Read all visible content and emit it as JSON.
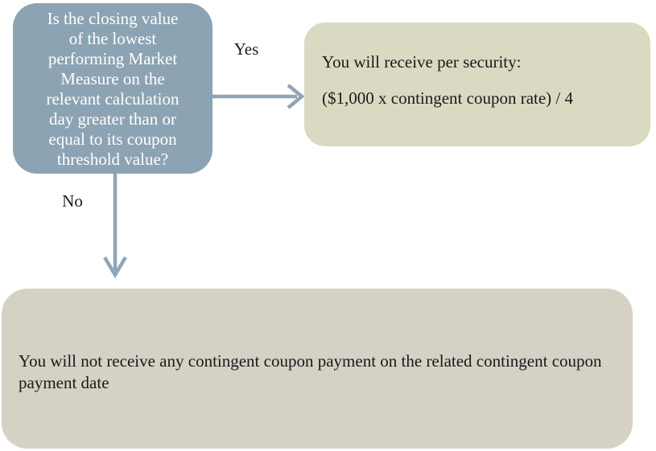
{
  "diagram": {
    "title": "contingent coupon payment decision flowchart",
    "question_box": {
      "text": "Is the closing value\nof the lowest\nperforming Market\nMeasure on the\nrelevant calculation\nday greater than or\nequal to its coupon\nthreshold value?",
      "bg_color": "#8CA3B3",
      "text_color": "#FFFFFF"
    },
    "yes_branch": {
      "label": "Yes",
      "result_box": {
        "line1": "You will receive per security:",
        "line2": "($1,000 x contingent coupon rate) / 4",
        "bg_color": "#DADAC2"
      }
    },
    "no_branch": {
      "label": "No",
      "result_box": {
        "text": "You will not receive any contingent coupon payment on the related contingent coupon payment date",
        "bg_color": "#D5D1C5"
      }
    },
    "arrow_color": "#8FA6B6",
    "background_color": "#FFFFFF"
  }
}
